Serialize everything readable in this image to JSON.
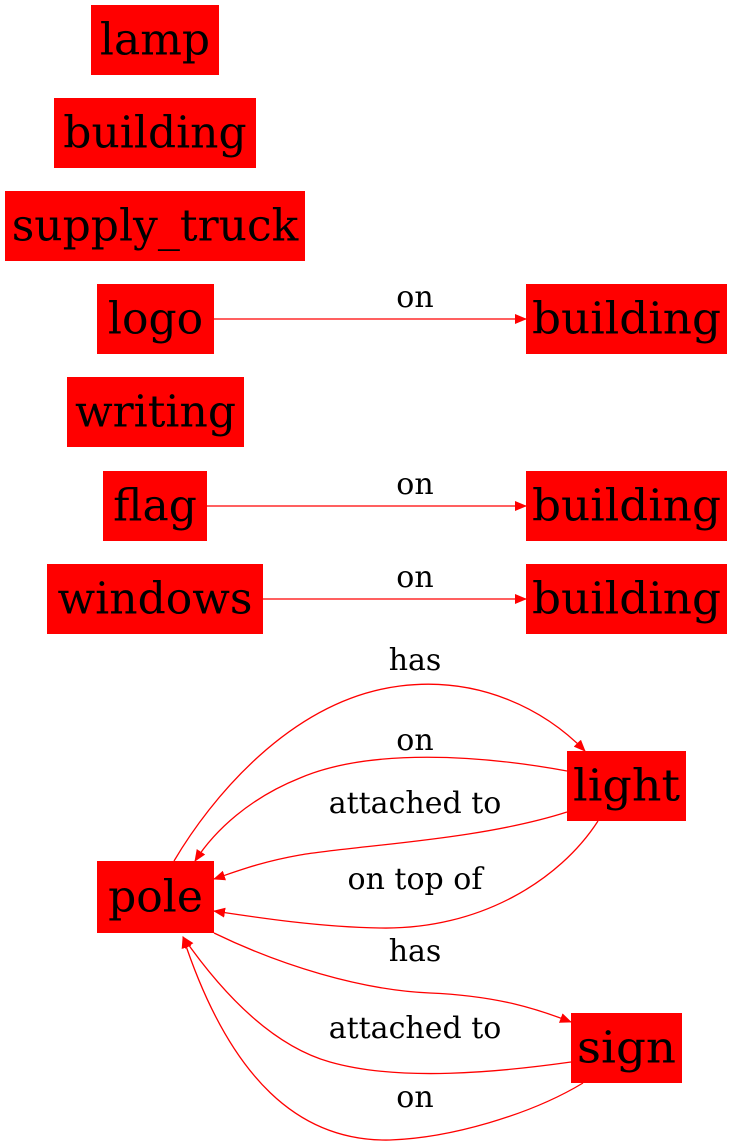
{
  "diagram": {
    "colors": {
      "node_fill": "#ff0000",
      "edge": "#ff0000",
      "text": "#000000",
      "background": "#ffffff"
    },
    "nodes": [
      {
        "id": "lamp",
        "label": "lamp"
      },
      {
        "id": "building1",
        "label": "building"
      },
      {
        "id": "supply_truck",
        "label": "supply_truck"
      },
      {
        "id": "logo",
        "label": "logo"
      },
      {
        "id": "building2",
        "label": "building"
      },
      {
        "id": "writing",
        "label": "writing"
      },
      {
        "id": "flag",
        "label": "flag"
      },
      {
        "id": "building3",
        "label": "building"
      },
      {
        "id": "windows",
        "label": "windows"
      },
      {
        "id": "building4",
        "label": "building"
      },
      {
        "id": "light",
        "label": "light"
      },
      {
        "id": "pole",
        "label": "pole"
      },
      {
        "id": "sign",
        "label": "sign"
      }
    ],
    "edges": [
      {
        "id": "e-logo-building",
        "from": "logo",
        "to": "building2",
        "label": "on"
      },
      {
        "id": "e-flag-building",
        "from": "flag",
        "to": "building3",
        "label": "on"
      },
      {
        "id": "e-windows-building",
        "from": "windows",
        "to": "building4",
        "label": "on"
      },
      {
        "id": "e-pole-light-has",
        "from": "pole",
        "to": "light",
        "label": "has"
      },
      {
        "id": "e-light-pole-on",
        "from": "light",
        "to": "pole",
        "label": "on"
      },
      {
        "id": "e-light-pole-attached",
        "from": "light",
        "to": "pole",
        "label": "attached to"
      },
      {
        "id": "e-light-pole-ontopof",
        "from": "light",
        "to": "pole",
        "label": "on top of"
      },
      {
        "id": "e-pole-sign-has",
        "from": "pole",
        "to": "sign",
        "label": "has"
      },
      {
        "id": "e-sign-pole-attached",
        "from": "sign",
        "to": "pole",
        "label": "attached to"
      },
      {
        "id": "e-sign-pole-on",
        "from": "sign",
        "to": "pole",
        "label": "on"
      }
    ]
  }
}
